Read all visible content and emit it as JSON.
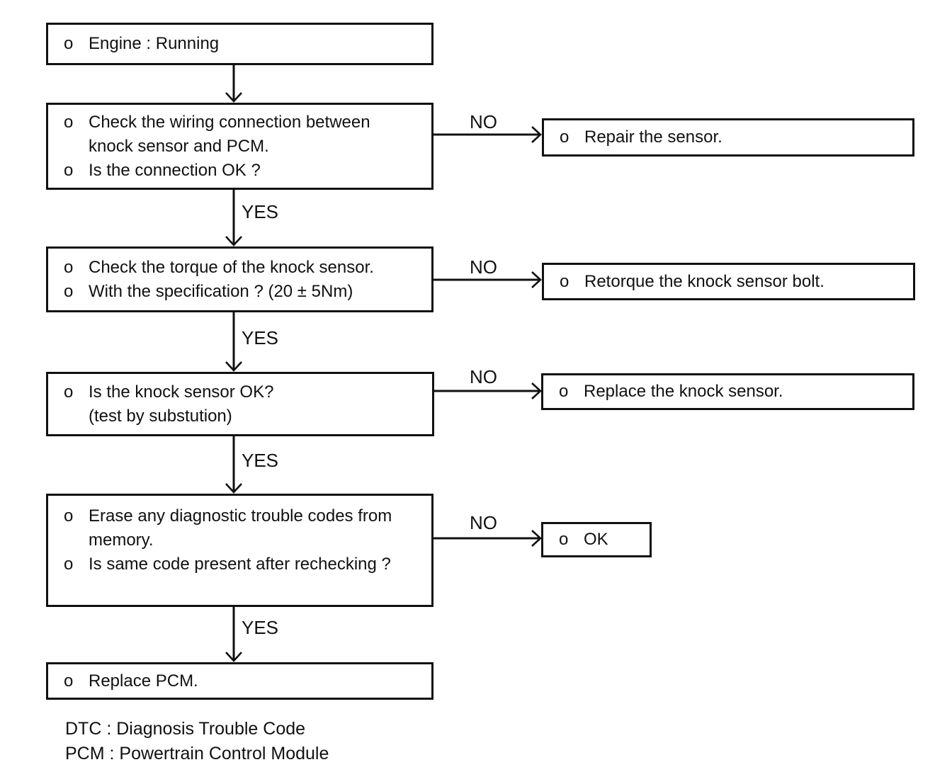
{
  "colors": {
    "ink": "#111111",
    "paper": "#ffffff"
  },
  "labels": {
    "yes": "YES",
    "no": "NO"
  },
  "steps": [
    {
      "name": "engine-running",
      "lines": [
        {
          "bullet": "o",
          "text": "Engine : Running"
        }
      ]
    },
    {
      "name": "check-wiring",
      "lines": [
        {
          "bullet": "o",
          "text": "Check the wiring connection between"
        },
        {
          "bullet": "",
          "text": "knock sensor and PCM."
        },
        {
          "bullet": "o",
          "text": "Is the connection OK ?"
        }
      ]
    },
    {
      "name": "check-torque",
      "lines": [
        {
          "bullet": "o",
          "text": "Check the torque of the knock sensor."
        },
        {
          "bullet": "o",
          "text": "With the specification ? (20 ± 5Nm)"
        }
      ]
    },
    {
      "name": "knock-sensor-ok",
      "lines": [
        {
          "bullet": "o",
          "text": "Is the knock sensor OK?"
        },
        {
          "bullet": "",
          "text": "(test by substution)"
        }
      ]
    },
    {
      "name": "erase-dtc",
      "lines": [
        {
          "bullet": "o",
          "text": "Erase any diagnostic trouble codes from"
        },
        {
          "bullet": "",
          "text": "memory."
        },
        {
          "bullet": "o",
          "text": "Is same code present after rechecking ?"
        }
      ]
    },
    {
      "name": "replace-pcm",
      "lines": [
        {
          "bullet": "o",
          "text": "Replace PCM."
        }
      ]
    }
  ],
  "outcomes": [
    {
      "bullet": "o",
      "text": "Repair the sensor."
    },
    {
      "bullet": "o",
      "text": "Retorque the knock sensor bolt."
    },
    {
      "bullet": "o",
      "text": "Replace the knock sensor."
    },
    {
      "bullet": "o",
      "text": "OK"
    }
  ],
  "footnotes": [
    "DTC : Diagnosis Trouble Code",
    "PCM : Powertrain Control Module"
  ]
}
